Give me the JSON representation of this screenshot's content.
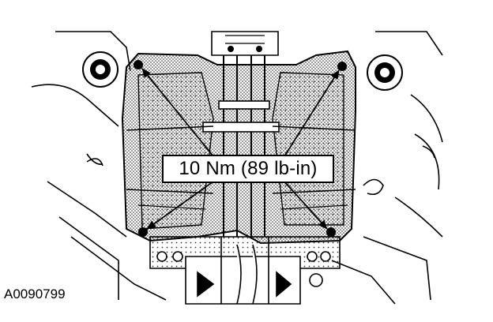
{
  "callout": {
    "label": "10 Nm (89 lb-in)"
  },
  "figure": {
    "id": "A0090799"
  },
  "fasteners": [
    "upper-left-bolt",
    "upper-right-bolt",
    "lower-left-bolt",
    "lower-right-bolt"
  ],
  "colors": {
    "ink": "#000000",
    "paper": "#ffffff",
    "shade": "#555555"
  }
}
